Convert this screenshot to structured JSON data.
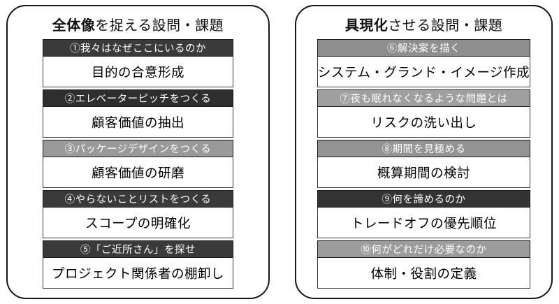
{
  "colors": {
    "panel_border": "#151515",
    "header_text": "#ffffff",
    "body_bg": "#ffffff",
    "body_text": "#000000"
  },
  "panels": [
    {
      "title_em": "全体像",
      "title_rest": "を捉える設問・課題",
      "items": [
        {
          "label": "①我々はなぜここにいるのか",
          "task": "目的の合意形成",
          "header_bg": "#3a3a3a"
        },
        {
          "label": "②エレベーターピッチをつくる",
          "task": "顧客価値の抽出",
          "header_bg": "#2e2e2e"
        },
        {
          "label": "③パッケージデザインをつくる",
          "task": "顧客価値の研磨",
          "header_bg": "#9a9a9a"
        },
        {
          "label": "④やらないことリストをつくる",
          "task": "スコープの明確化",
          "header_bg": "#3a3a3a"
        },
        {
          "label": "⑤「ご近所さん」を探せ",
          "task": "プロジェクト関係者の棚卸し",
          "header_bg": "#3a3a3a"
        }
      ]
    },
    {
      "title_em": "具現化",
      "title_rest": "させる設問・課題",
      "items": [
        {
          "label": "⑥解決案を描く",
          "task": "システム・グランド・イメージ作成",
          "header_bg": "#8e8e8e"
        },
        {
          "label": "⑦夜も眠れなくなるような問題とは",
          "task": "リスクの洗い出し",
          "header_bg": "#9f9f9f"
        },
        {
          "label": "⑧期間を見極める",
          "task": "概算期間の検討",
          "header_bg": "#949494"
        },
        {
          "label": "⑨何を諦めるのか",
          "task": "トレードオフの優先順位",
          "header_bg": "#333333"
        },
        {
          "label": "⑩何がどれだけ必要なのか",
          "task": "体制・役割の定義",
          "header_bg": "#9c9c9c"
        }
      ]
    }
  ]
}
